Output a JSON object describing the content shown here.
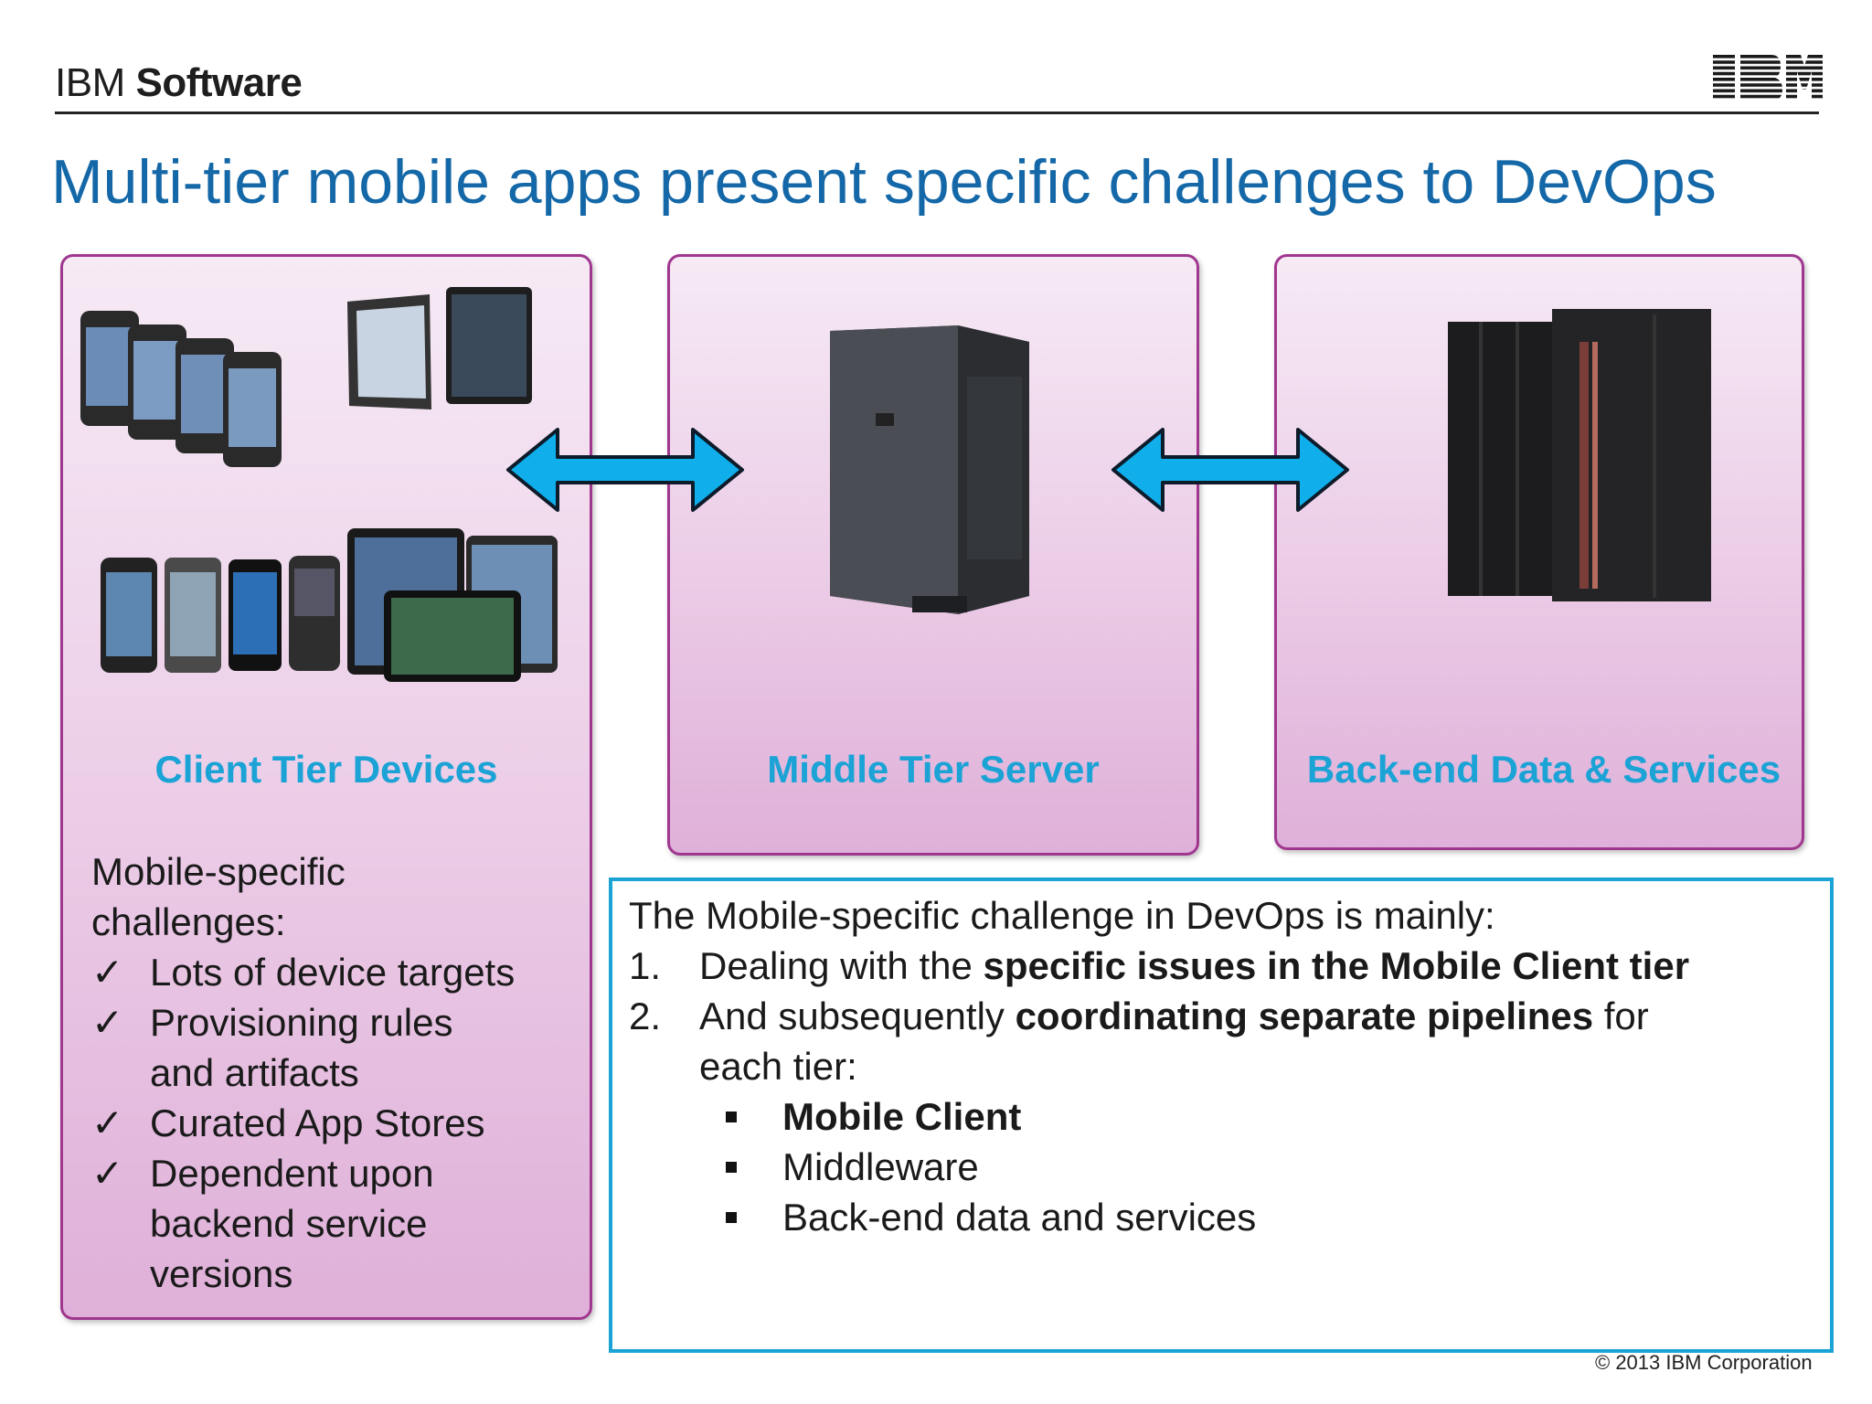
{
  "header": {
    "brand_prefix": "IBM",
    "brand_strong": "Software",
    "logo_text": "IBM"
  },
  "title": "Multi-tier mobile apps present specific challenges to DevOps",
  "tiers": [
    {
      "label": "Client Tier Devices"
    },
    {
      "label": "Middle Tier Server"
    },
    {
      "label": "Back-end Data & Services"
    }
  ],
  "client_challenges": {
    "heading_line1": "Mobile-specific",
    "heading_line2": "challenges:",
    "check_symbol": "✓",
    "items": [
      {
        "line1": "Lots of device targets",
        "line2": ""
      },
      {
        "line1": "Provisioning rules",
        "line2": "and artifacts"
      },
      {
        "line1": "Curated App Stores",
        "line2": ""
      },
      {
        "line1": "Dependent upon",
        "line2": "backend service",
        "line3": "versions"
      }
    ]
  },
  "info_box": {
    "intro": "The Mobile-specific challenge in DevOps is mainly:",
    "item1": {
      "num": "1.",
      "pre": "Dealing with the ",
      "bold": "specific issues in the Mobile Client tier"
    },
    "item2": {
      "num": "2.",
      "pre": "And subsequently ",
      "bold": "coordinating separate pipelines",
      "post": " for",
      "line2": "each tier:"
    },
    "subitems": [
      "Mobile Client",
      "Middleware",
      "Back-end data and services"
    ]
  },
  "footer": {
    "copyright": "© 2013 IBM Corporation"
  },
  "colors": {
    "title": "#1468a8",
    "tier_label": "#1ba3d6",
    "panel_border": "#a0378f",
    "arrow": "#10aeea",
    "box_border": "#1ba3d6"
  }
}
